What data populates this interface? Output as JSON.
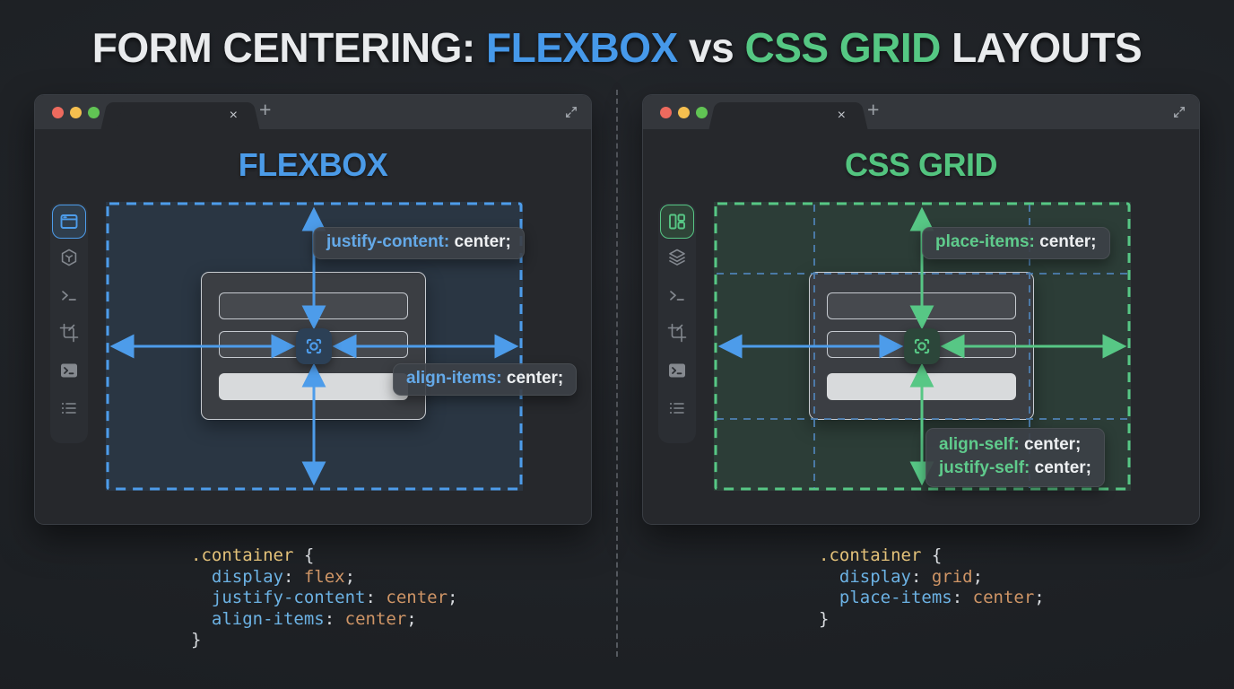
{
  "title": {
    "prefix": "FORM CENTERING: ",
    "flexbox": "FLEXBOX",
    "vs": " vs ",
    "grid": "CSS GRID",
    "suffix": " LAYOUTS"
  },
  "colors": {
    "flexbox_accent": "#4d9cea",
    "grid_accent": "#57c785",
    "grid_inner_line": "#4e80b2",
    "window_bg": "#26282c",
    "titlebar_bg": "#34373c",
    "traffic_red": "#ed6a5e",
    "traffic_yellow": "#f5bf4f",
    "traffic_green": "#61c454",
    "code_selector": "#e3c179",
    "code_property": "#6cb2e4",
    "code_value": "#cf9566"
  },
  "flexbox_window": {
    "heading": "FLEXBOX",
    "tab_close": "×",
    "new_tab": "+",
    "sidebar_icons": [
      "browser-window-icon",
      "cube-icon",
      "terminal-icon",
      "crop-icon",
      "terminal-filled-icon",
      "list-icon"
    ],
    "center_icon": "focus-center-icon",
    "label_justify": {
      "property": "justify-content:",
      "value": "center;"
    },
    "label_align": {
      "property": "align-items:",
      "value": "center;"
    },
    "code_lines": [
      [
        {
          "t": ".container",
          "c": "sel"
        },
        {
          "t": " {",
          "c": "pun"
        }
      ],
      [
        {
          "t": "  ",
          "c": "pun"
        },
        {
          "t": "display",
          "c": "prop"
        },
        {
          "t": ": ",
          "c": "pun"
        },
        {
          "t": "flex",
          "c": "val"
        },
        {
          "t": ";",
          "c": "pun"
        }
      ],
      [
        {
          "t": "  ",
          "c": "pun"
        },
        {
          "t": "justify-content",
          "c": "prop"
        },
        {
          "t": ": ",
          "c": "pun"
        },
        {
          "t": "center",
          "c": "val"
        },
        {
          "t": ";",
          "c": "pun"
        }
      ],
      [
        {
          "t": "  ",
          "c": "pun"
        },
        {
          "t": "align-items",
          "c": "prop"
        },
        {
          "t": ": ",
          "c": "pun"
        },
        {
          "t": "center",
          "c": "val"
        },
        {
          "t": ";",
          "c": "pun"
        }
      ],
      [
        {
          "t": "}",
          "c": "pun"
        }
      ]
    ]
  },
  "grid_window": {
    "heading": "CSS GRID",
    "tab_close": "×",
    "new_tab": "+",
    "sidebar_icons": [
      "dashboard-icon",
      "layers-icon",
      "terminal-icon",
      "crop-icon",
      "terminal-filled-icon",
      "list-icon"
    ],
    "center_icon": "focus-center-icon",
    "label_place": {
      "property": "place-items:",
      "value": "center;"
    },
    "label_align_self": {
      "property": "align-self:",
      "value": "center;"
    },
    "label_justify_self": {
      "property": "justify-self:",
      "value": "center;"
    },
    "code_lines": [
      [
        {
          "t": ".container",
          "c": "sel"
        },
        {
          "t": " {",
          "c": "pun"
        }
      ],
      [
        {
          "t": "  ",
          "c": "pun"
        },
        {
          "t": "display",
          "c": "prop"
        },
        {
          "t": ": ",
          "c": "pun"
        },
        {
          "t": "grid",
          "c": "val"
        },
        {
          "t": ";",
          "c": "pun"
        }
      ],
      [
        {
          "t": "  ",
          "c": "pun"
        },
        {
          "t": "place-items",
          "c": "prop"
        },
        {
          "t": ": ",
          "c": "pun"
        },
        {
          "t": "center",
          "c": "val"
        },
        {
          "t": ";",
          "c": "pun"
        }
      ],
      [
        {
          "t": "}",
          "c": "pun"
        }
      ]
    ]
  }
}
